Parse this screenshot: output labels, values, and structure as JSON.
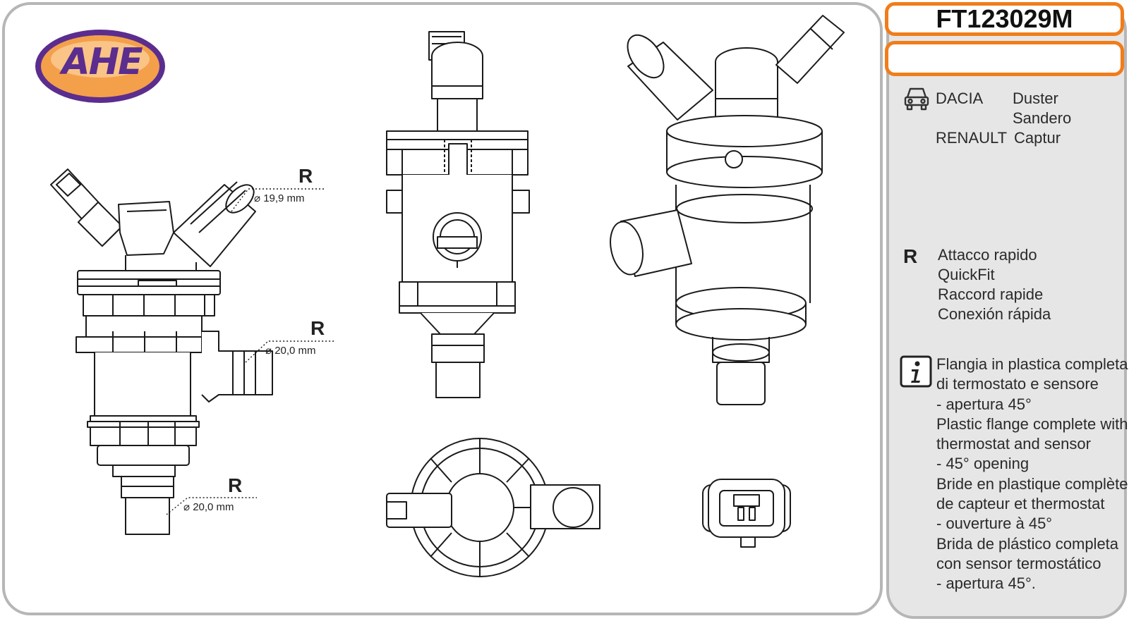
{
  "product": {
    "code": "FT123029M",
    "secondary_code": ""
  },
  "brand": {
    "logo_text": "AHE",
    "colors": {
      "logo_purple": "#5b2d8e",
      "logo_orange": "#f4a04a",
      "accent_orange": "#f07d1b"
    }
  },
  "vehicles": [
    {
      "make": "DACIA",
      "models": [
        "Duster",
        "Sandero"
      ]
    },
    {
      "make": "RENAULT",
      "models": [
        "Captur"
      ]
    }
  ],
  "legend": {
    "symbol": "R",
    "lines": [
      "Attacco rapido",
      "QuickFit",
      "Raccord rapide",
      "Conexión rápida"
    ]
  },
  "info": {
    "icon": "info-icon",
    "lines": [
      "Flangia in plastica completa",
      "di termostato e sensore",
      "- apertura 45°",
      "Plastic flange complete with",
      "thermostat and sensor",
      "- 45° opening",
      "Bride en plastique complète",
      "de capteur et thermostat",
      "- ouverture à 45°",
      "Brida de plástico completa",
      "con sensor termostático",
      "- apertura 45°."
    ]
  },
  "dimensions": [
    {
      "symbol": "R",
      "label": "⌀ 19,9 mm"
    },
    {
      "symbol": "R",
      "label": "⌀ 20,0 mm"
    },
    {
      "symbol": "R",
      "label": "⌀ 20,0 mm"
    }
  ],
  "icons": {
    "vehicle": "car-icon",
    "info": "info-icon"
  }
}
